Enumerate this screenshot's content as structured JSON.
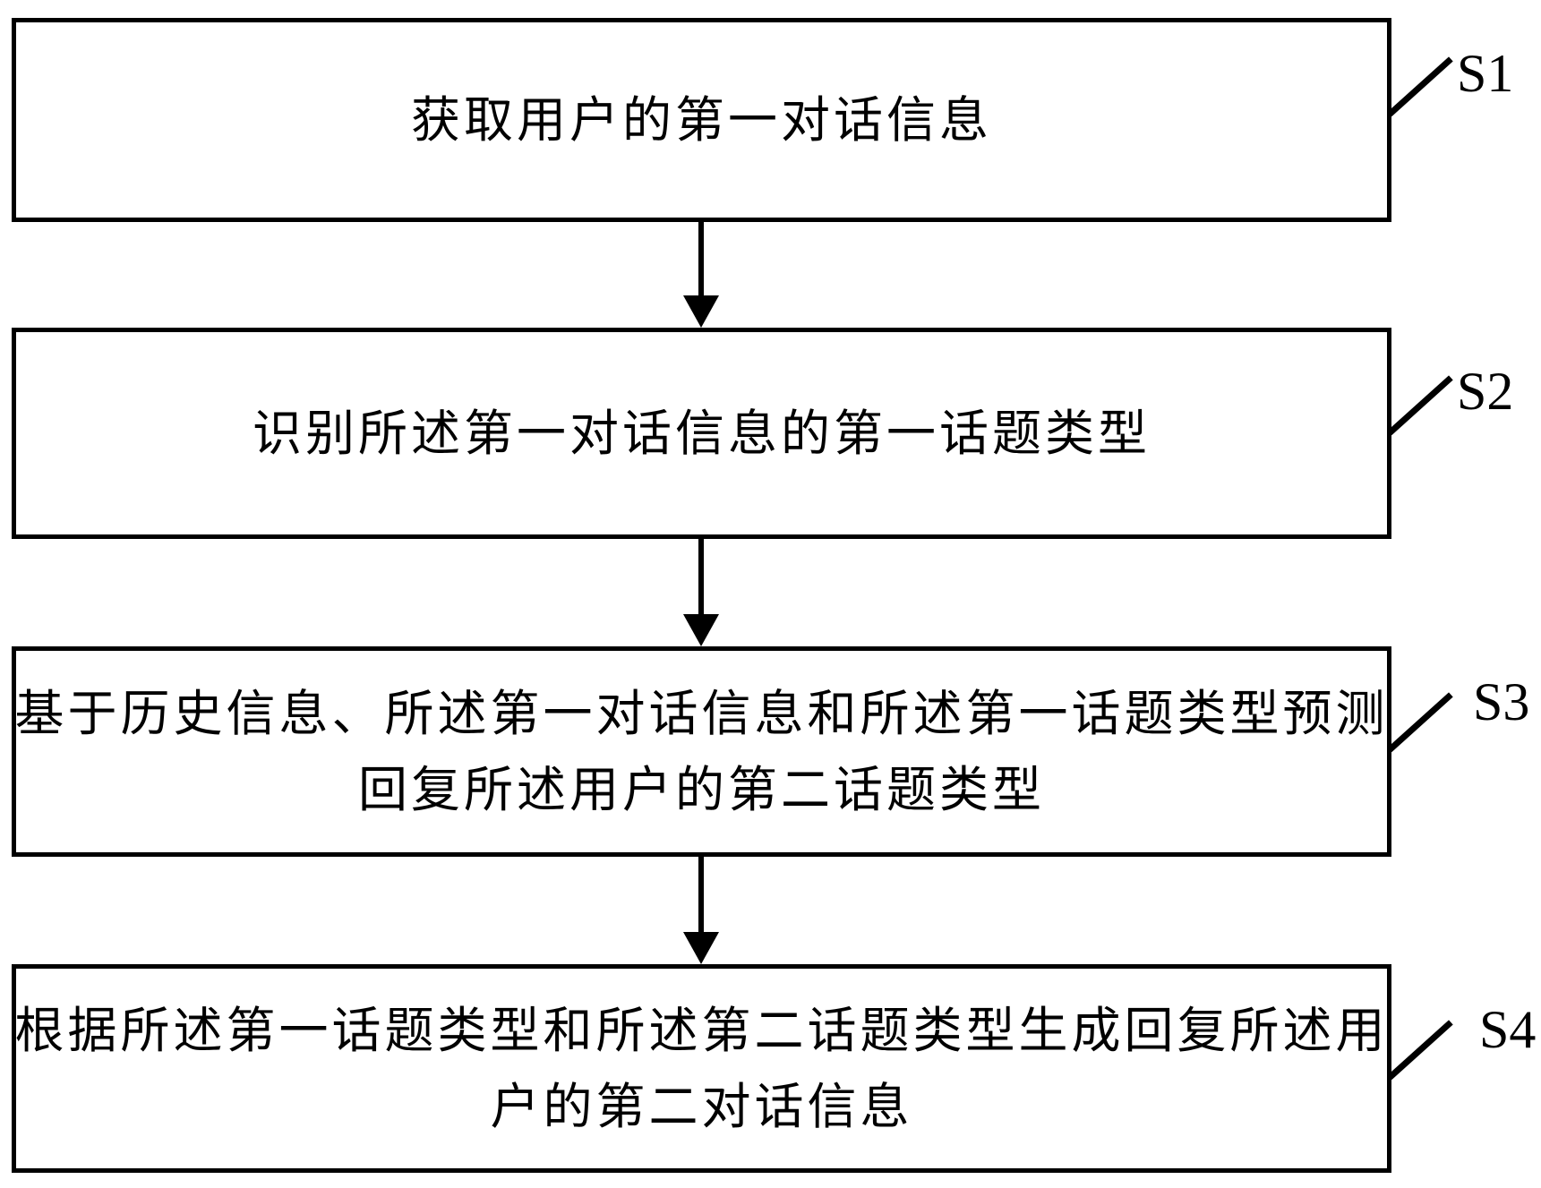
{
  "figure": {
    "type": "flowchart",
    "background_color": "#ffffff",
    "line_color": "#000000"
  },
  "flowchart": {
    "steps": [
      {
        "id": "S1",
        "lines": [
          "获取用户的第一对话信息"
        ]
      },
      {
        "id": "S2",
        "lines": [
          "识别所述第一对话信息的第一话题类型"
        ]
      },
      {
        "id": "S3",
        "lines": [
          "基于历史信息、所述第一对话信息和所述第一话题类型预测",
          "回复所述用户的第二话题类型"
        ]
      },
      {
        "id": "S4",
        "lines": [
          "根据所述第一话题类型和所述第二话题类型生成回复所述用",
          "户的第二对话信息"
        ]
      }
    ]
  }
}
